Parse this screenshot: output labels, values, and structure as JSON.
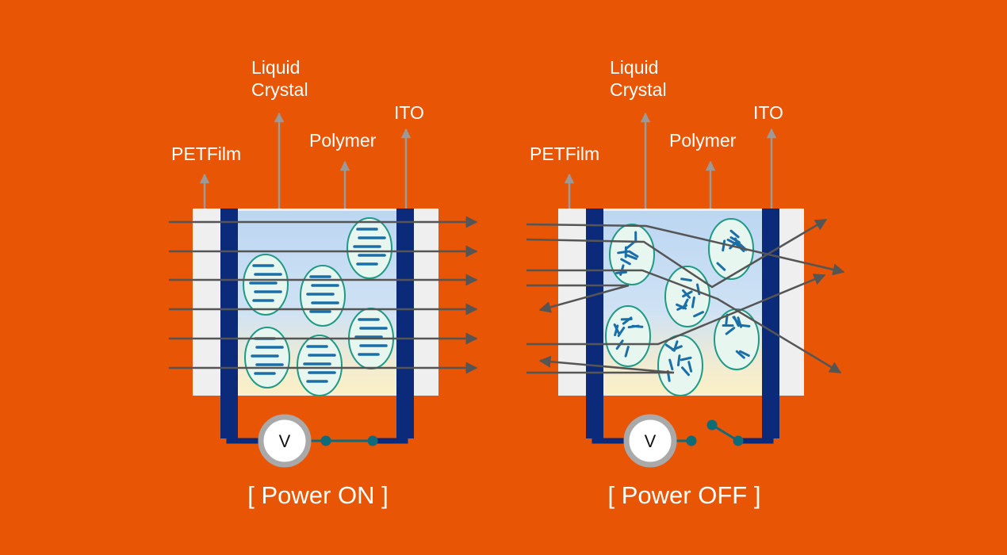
{
  "colors": {
    "background": "#e85504",
    "pet_film": "#efefef",
    "ito": "#0c2a7a",
    "droplet_fill": "#e7f6ee",
    "droplet_stroke": "#1f9a86",
    "liquid_crystal": "#1a6fa8",
    "light_ray": "#555555",
    "label_arrow": "#9a9a9a",
    "circuit_node": "#0f6a7a"
  },
  "panels": [
    {
      "state": "on",
      "labels": {
        "pet_film": "PETFilm",
        "liquid_crystal_line1": "Liquid",
        "liquid_crystal_line2": "Crystal",
        "polymer": "Polymer",
        "ito": "ITO"
      },
      "voltmeter": "V",
      "caption": "[ Power ON ]",
      "switch": "closed"
    },
    {
      "state": "off",
      "labels": {
        "pet_film": "PETFilm",
        "liquid_crystal_line1": "Liquid",
        "liquid_crystal_line2": "Crystal",
        "polymer": "Polymer",
        "ito": "ITO"
      },
      "voltmeter": "V",
      "caption": "[ Power OFF ]",
      "switch": "open"
    }
  ]
}
